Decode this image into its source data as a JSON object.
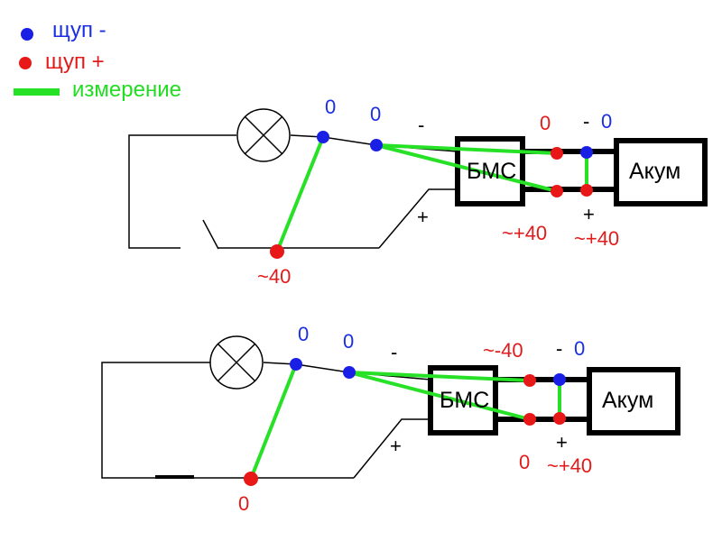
{
  "colors": {
    "probe_minus": "#1a1fe6",
    "probe_plus": "#e81818",
    "measurement": "#27e127",
    "wire": "#000000"
  },
  "legend": {
    "probe_minus": "щуп -",
    "probe_plus": "щуп +",
    "measurement": "измерение"
  },
  "circuits": [
    {
      "bms_label": "БМС",
      "battery_label": "Акум",
      "lamp_icon": "lamp-x-icon",
      "switch_state": "open",
      "wire_minus": "-",
      "wire_plus": "+",
      "readings": {
        "switch_node": "~40",
        "node_after_lamp": "0",
        "node_before_bms": "0",
        "bms_out_minus": "0",
        "bat_minus_sign": "-",
        "bat_minus": "0",
        "bms_out_plus": "~+40",
        "bat_plus_sign": "+",
        "bat_plus": "~+40"
      }
    },
    {
      "bms_label": "БМС",
      "battery_label": "Акум",
      "lamp_icon": "lamp-x-icon",
      "switch_state": "closed",
      "wire_minus": "-",
      "wire_plus": "+",
      "readings": {
        "switch_node": "0",
        "node_after_lamp": "0",
        "node_before_bms": "0",
        "bms_out_minus": "~-40",
        "bat_minus_sign": "-",
        "bat_minus": "0",
        "bms_out_plus": "0",
        "bat_plus_sign": "+",
        "bat_plus": "~+40"
      }
    }
  ]
}
